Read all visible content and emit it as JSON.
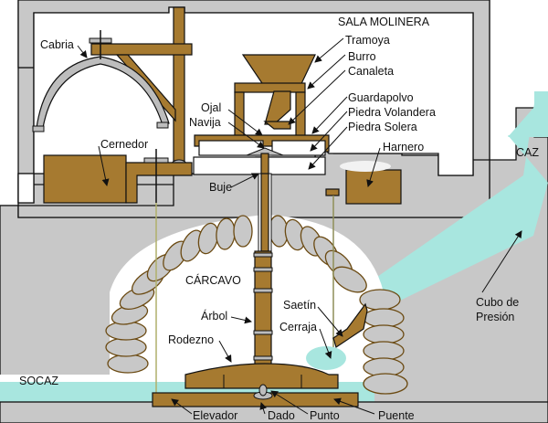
{
  "diagram": {
    "title": "Water mill cross-section",
    "regions": {
      "sala_molinera": "SALA MOLINERA",
      "caz": "CAZ",
      "carcavo": "CÁRCAVO",
      "socaz": "SOCAZ"
    },
    "labels": {
      "cabria": "Cabria",
      "tramoya": "Tramoya",
      "burro": "Burro",
      "canaleta": "Canaleta",
      "ojal": "Ojal",
      "navija": "Navija",
      "guardapolvo": "Guardapolvo",
      "piedra_volandera": "Piedra Volandera",
      "piedra_solera": "Piedra Solera",
      "cernedor": "Cernedor",
      "harnero": "Harnero",
      "buje": "Buje",
      "cubo_de_presion_1": "Cubo de",
      "cubo_de_presion_2": "Presión",
      "arbol": "Árbol",
      "saetin": "Saetín",
      "cerraja": "Cerraja",
      "rodezno": "Rodezno",
      "elevador": "Elevador",
      "dado": "Dado",
      "punto": "Punto",
      "puente": "Puente"
    },
    "colors": {
      "wall": "#c8c8c8",
      "wood": "#a67a30",
      "water": "#a8e6df",
      "stone_outline": "#6b4a12"
    }
  }
}
